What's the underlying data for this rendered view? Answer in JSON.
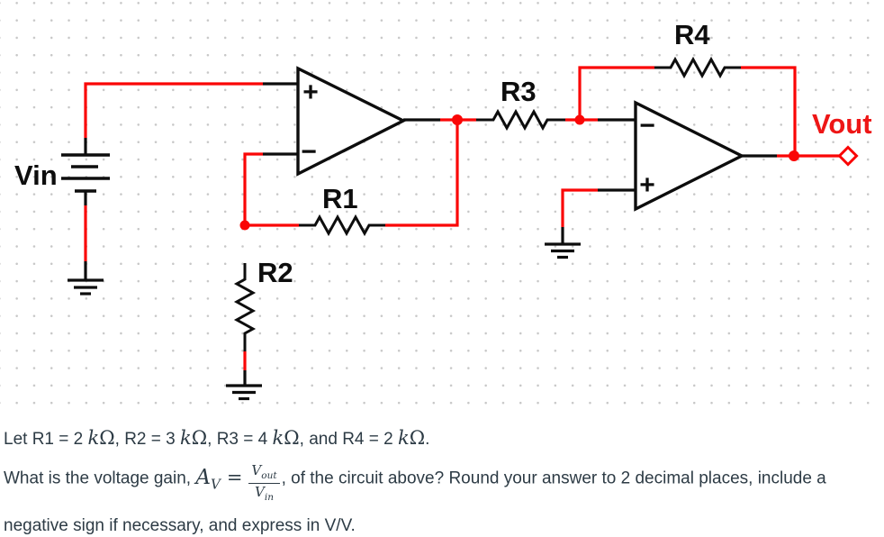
{
  "circuit": {
    "source": {
      "label": "Vin"
    },
    "resistors": {
      "r1": "R1",
      "r2": "R2",
      "r3": "R3",
      "r4": "R4"
    },
    "output": {
      "label": "Vout"
    },
    "opamp1": {
      "noninverting": "+",
      "inverting": "−"
    },
    "opamp2": {
      "inverting": "−",
      "noninverting": "+"
    },
    "colors": {
      "wire_red": "#fa0606",
      "component_black": "#0d0d0d",
      "vout_label_red": "#ee1616",
      "grid_dot_gray": "#c7c7c7"
    }
  },
  "question": {
    "text_color": "#2d3b45",
    "given": {
      "s0": "Let R1 = 2 ",
      "s1": ", R2 = 3 ",
      "s2": ", R3 = 4 ",
      "s3": ", and R4 = 2 ",
      "s4": "."
    },
    "math": {
      "k": "k",
      "omega": "Ω"
    },
    "prompt": {
      "lead": "What is the voltage gain, ",
      "gain_base": "A",
      "gain_sub": "V",
      "equals": "=",
      "frac": {
        "num_base": "V",
        "num_sub": "out",
        "den_base": "V",
        "den_sub": "in"
      },
      "after": ", of the circuit above? Round your answer to 2 decimal places, include a",
      "line3": "negative sign if necessary, and express in V/V."
    }
  }
}
